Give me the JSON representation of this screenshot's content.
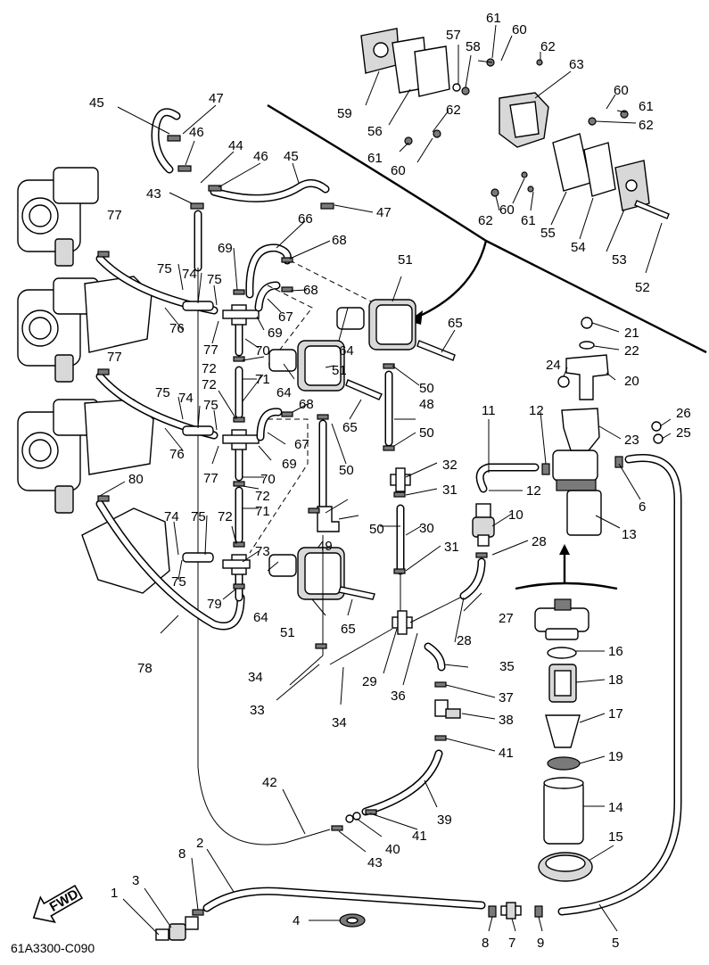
{
  "diagram_code": "61A3300-C090",
  "fwd_label": "FWD",
  "callouts": [
    {
      "id": "c1",
      "t": "1"
    },
    {
      "id": "c2",
      "t": "2"
    },
    {
      "id": "c3",
      "t": "3"
    },
    {
      "id": "c4",
      "t": "4"
    },
    {
      "id": "c5",
      "t": "5"
    },
    {
      "id": "c6",
      "t": "6"
    },
    {
      "id": "c7",
      "t": "7"
    },
    {
      "id": "c8a",
      "t": "8"
    },
    {
      "id": "c8b",
      "t": "8"
    },
    {
      "id": "c9",
      "t": "9"
    },
    {
      "id": "c10",
      "t": "10"
    },
    {
      "id": "c11",
      "t": "11"
    },
    {
      "id": "c12a",
      "t": "12"
    },
    {
      "id": "c12b",
      "t": "12"
    },
    {
      "id": "c13",
      "t": "13"
    },
    {
      "id": "c14",
      "t": "14"
    },
    {
      "id": "c15",
      "t": "15"
    },
    {
      "id": "c16",
      "t": "16"
    },
    {
      "id": "c17",
      "t": "17"
    },
    {
      "id": "c18",
      "t": "18"
    },
    {
      "id": "c19",
      "t": "19"
    },
    {
      "id": "c20",
      "t": "20"
    },
    {
      "id": "c21",
      "t": "21"
    },
    {
      "id": "c22",
      "t": "22"
    },
    {
      "id": "c23",
      "t": "23"
    },
    {
      "id": "c24",
      "t": "24"
    },
    {
      "id": "c25",
      "t": "25"
    },
    {
      "id": "c26",
      "t": "26"
    },
    {
      "id": "c27",
      "t": "27"
    },
    {
      "id": "c28a",
      "t": "28"
    },
    {
      "id": "c28b",
      "t": "28"
    },
    {
      "id": "c29",
      "t": "29"
    },
    {
      "id": "c30",
      "t": "30"
    },
    {
      "id": "c31a",
      "t": "31"
    },
    {
      "id": "c31b",
      "t": "31"
    },
    {
      "id": "c32",
      "t": "32"
    },
    {
      "id": "c33",
      "t": "33"
    },
    {
      "id": "c34a",
      "t": "34"
    },
    {
      "id": "c34b",
      "t": "34"
    },
    {
      "id": "c35",
      "t": "35"
    },
    {
      "id": "c36",
      "t": "36"
    },
    {
      "id": "c37",
      "t": "37"
    },
    {
      "id": "c38",
      "t": "38"
    },
    {
      "id": "c39",
      "t": "39"
    },
    {
      "id": "c40",
      "t": "40"
    },
    {
      "id": "c41a",
      "t": "41"
    },
    {
      "id": "c41b",
      "t": "41"
    },
    {
      "id": "c42",
      "t": "42"
    },
    {
      "id": "c43a",
      "t": "43"
    },
    {
      "id": "c43b",
      "t": "43"
    },
    {
      "id": "c44",
      "t": "44"
    },
    {
      "id": "c45a",
      "t": "45"
    },
    {
      "id": "c45b",
      "t": "45"
    },
    {
      "id": "c46a",
      "t": "46"
    },
    {
      "id": "c46b",
      "t": "46"
    },
    {
      "id": "c47a",
      "t": "47"
    },
    {
      "id": "c47b",
      "t": "47"
    },
    {
      "id": "c48",
      "t": "48"
    },
    {
      "id": "c49",
      "t": "49"
    },
    {
      "id": "c50a",
      "t": "50"
    },
    {
      "id": "c50b",
      "t": "50"
    },
    {
      "id": "c50c",
      "t": "50"
    },
    {
      "id": "c50d",
      "t": "50"
    },
    {
      "id": "c51a",
      "t": "51"
    },
    {
      "id": "c51b",
      "t": "51"
    },
    {
      "id": "c51c",
      "t": "51"
    },
    {
      "id": "c52",
      "t": "52"
    },
    {
      "id": "c53",
      "t": "53"
    },
    {
      "id": "c54",
      "t": "54"
    },
    {
      "id": "c55",
      "t": "55"
    },
    {
      "id": "c56",
      "t": "56"
    },
    {
      "id": "c57",
      "t": "57"
    },
    {
      "id": "c58",
      "t": "58"
    },
    {
      "id": "c59",
      "t": "59"
    },
    {
      "id": "c60a",
      "t": "60"
    },
    {
      "id": "c60b",
      "t": "60"
    },
    {
      "id": "c60c",
      "t": "60"
    },
    {
      "id": "c60d",
      "t": "60"
    },
    {
      "id": "c61a",
      "t": "61"
    },
    {
      "id": "c61b",
      "t": "61"
    },
    {
      "id": "c61c",
      "t": "61"
    },
    {
      "id": "c61d",
      "t": "61"
    },
    {
      "id": "c62a",
      "t": "62"
    },
    {
      "id": "c62b",
      "t": "62"
    },
    {
      "id": "c62c",
      "t": "62"
    },
    {
      "id": "c62d",
      "t": "62"
    },
    {
      "id": "c63",
      "t": "63"
    },
    {
      "id": "c64a",
      "t": "64"
    },
    {
      "id": "c64b",
      "t": "64"
    },
    {
      "id": "c64c",
      "t": "64"
    },
    {
      "id": "c65a",
      "t": "65"
    },
    {
      "id": "c65b",
      "t": "65"
    },
    {
      "id": "c65c",
      "t": "65"
    },
    {
      "id": "c66",
      "t": "66"
    },
    {
      "id": "c67a",
      "t": "67"
    },
    {
      "id": "c67b",
      "t": "67"
    },
    {
      "id": "c68a",
      "t": "68"
    },
    {
      "id": "c68b",
      "t": "68"
    },
    {
      "id": "c68c",
      "t": "68"
    },
    {
      "id": "c69a",
      "t": "69"
    },
    {
      "id": "c69b",
      "t": "69"
    },
    {
      "id": "c69c",
      "t": "69"
    },
    {
      "id": "c70a",
      "t": "70"
    },
    {
      "id": "c70b",
      "t": "70"
    },
    {
      "id": "c71a",
      "t": "71"
    },
    {
      "id": "c71b",
      "t": "71"
    },
    {
      "id": "c72a",
      "t": "72"
    },
    {
      "id": "c72b",
      "t": "72"
    },
    {
      "id": "c72c",
      "t": "72"
    },
    {
      "id": "c72d",
      "t": "72"
    },
    {
      "id": "c73",
      "t": "73"
    },
    {
      "id": "c74a",
      "t": "74"
    },
    {
      "id": "c74b",
      "t": "74"
    },
    {
      "id": "c74c",
      "t": "74"
    },
    {
      "id": "c75a",
      "t": "75"
    },
    {
      "id": "c75b",
      "t": "75"
    },
    {
      "id": "c75c",
      "t": "75"
    },
    {
      "id": "c75d",
      "t": "75"
    },
    {
      "id": "c75e",
      "t": "75"
    },
    {
      "id": "c75f",
      "t": "75"
    },
    {
      "id": "c76a",
      "t": "76"
    },
    {
      "id": "c76b",
      "t": "76"
    },
    {
      "id": "c77a",
      "t": "77"
    },
    {
      "id": "c77b",
      "t": "77"
    },
    {
      "id": "c77c",
      "t": "77"
    },
    {
      "id": "c77d",
      "t": "77"
    },
    {
      "id": "c78",
      "t": "78"
    },
    {
      "id": "c79",
      "t": "79"
    },
    {
      "id": "c80",
      "t": "80"
    }
  ]
}
